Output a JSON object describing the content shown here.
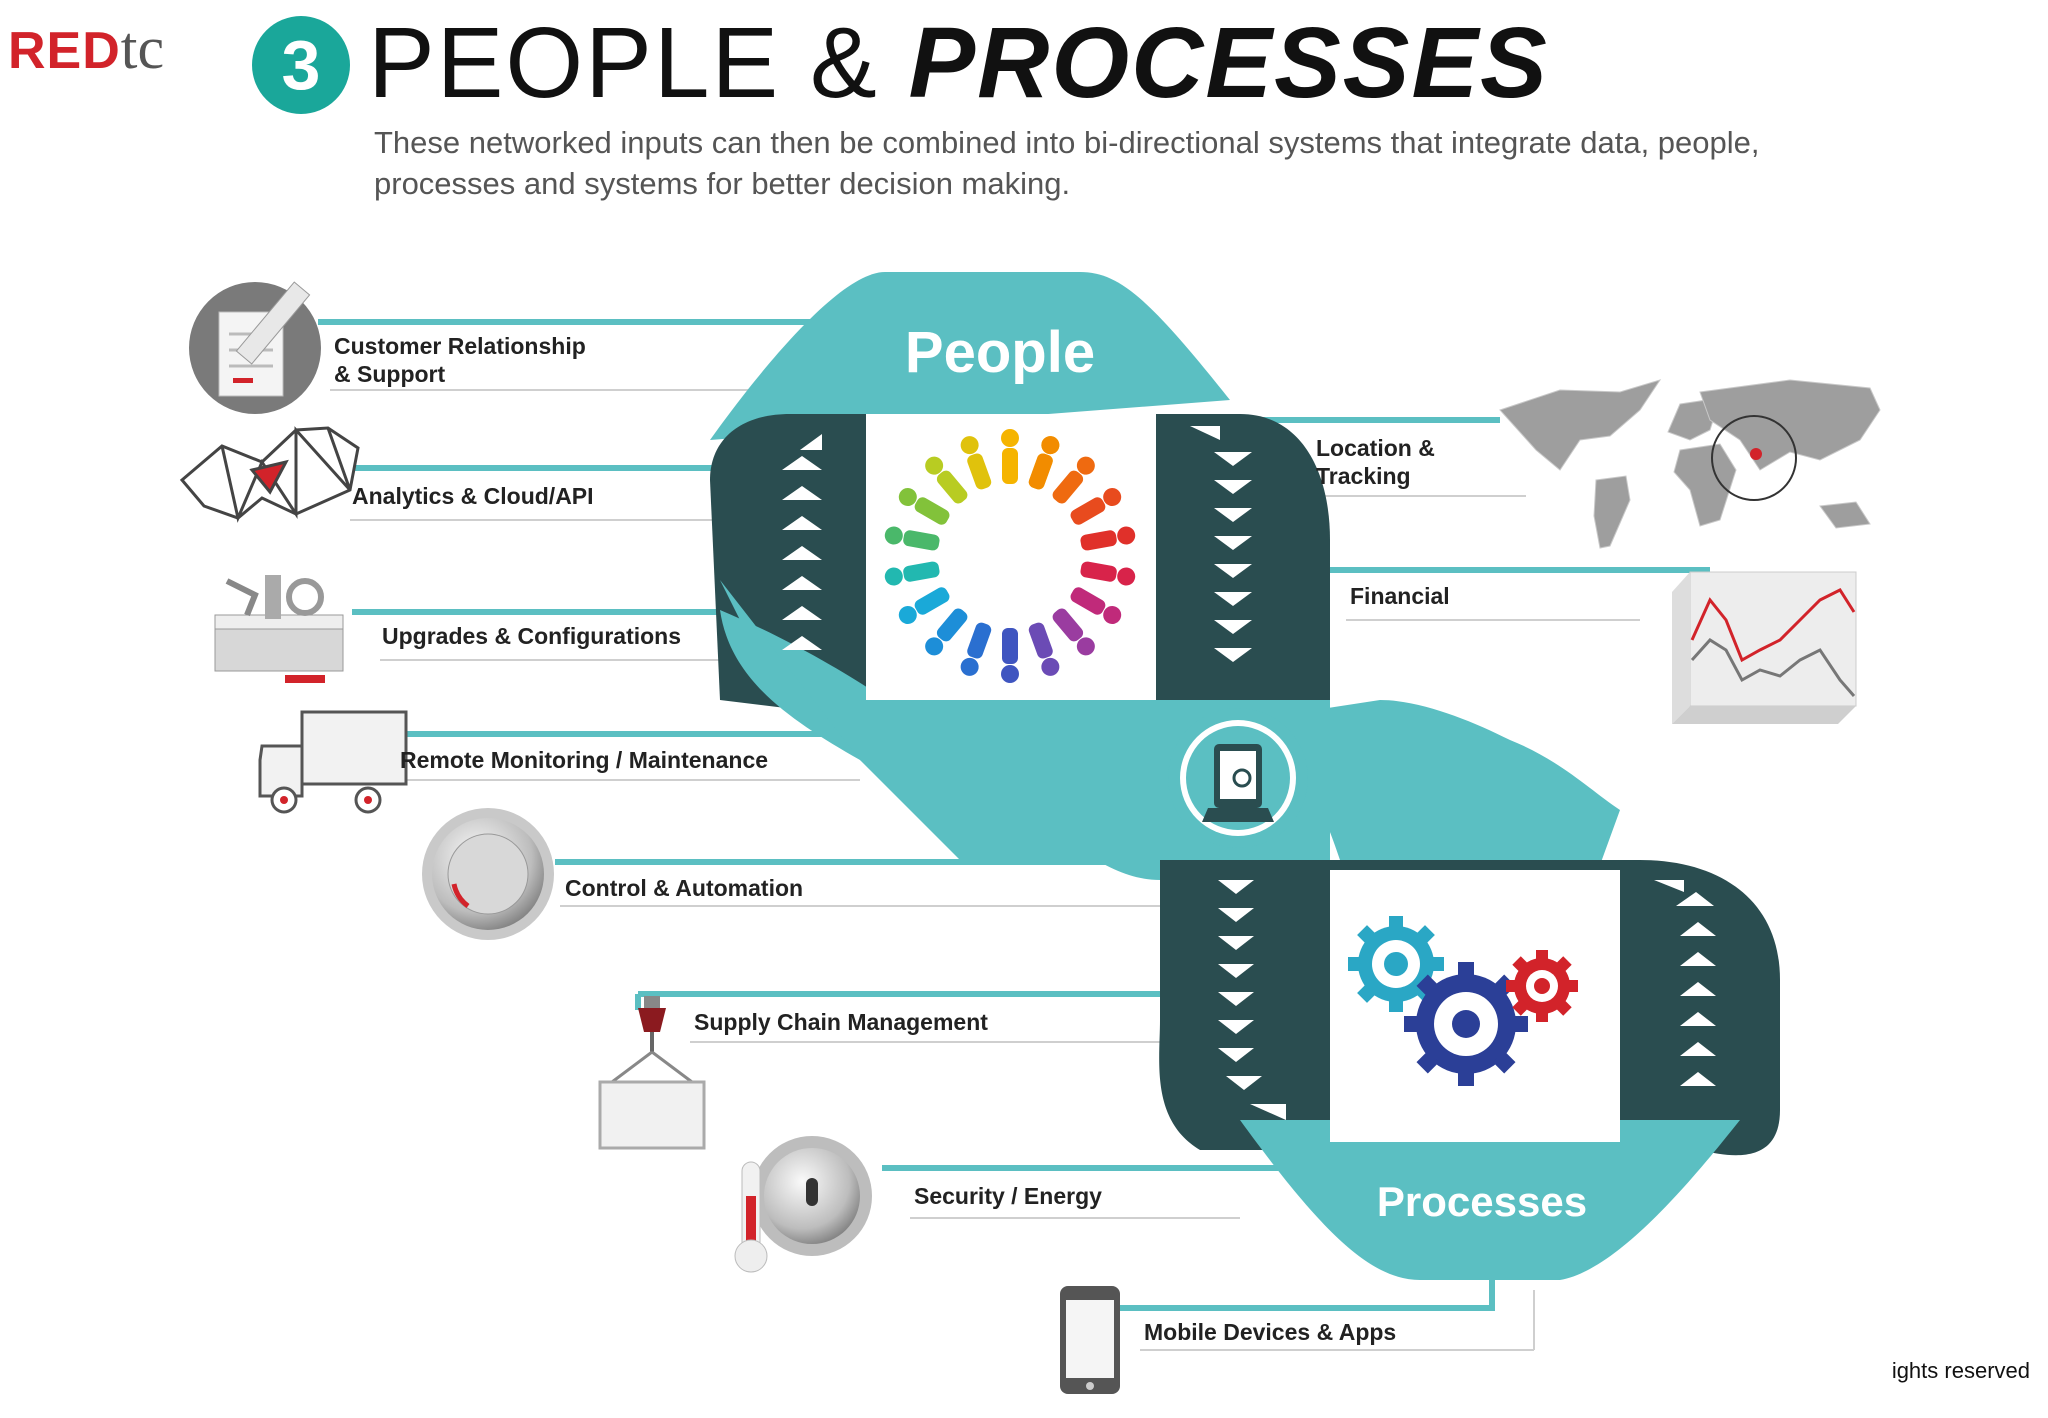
{
  "header": {
    "logo_red": "RED",
    "logo_rest": "tc",
    "step_number": "3",
    "title_plain": "PEOPLE & ",
    "title_italic": "PROCESSES",
    "subtitle": "These networked inputs can then be combined into bi-directional systems that integrate data, people, processes and systems for better decision making."
  },
  "diagram": {
    "people_label": "People",
    "processes_label": "Processes",
    "left_items": [
      {
        "label": "Customer Relationship\n& Support",
        "icon": "clipboard-pencil-icon"
      },
      {
        "label": "Analytics & Cloud/API",
        "icon": "network-mesh-icon"
      },
      {
        "label": "Upgrades & Configurations",
        "icon": "toolbox-icon"
      },
      {
        "label": "Remote Monitoring / Maintenance",
        "icon": "truck-icon"
      },
      {
        "label": "Control & Automation",
        "icon": "dial-knob-icon"
      },
      {
        "label": "Supply Chain Management",
        "icon": "crane-crate-icon"
      },
      {
        "label": "Security / Energy",
        "icon": "lock-thermometer-icon"
      },
      {
        "label": "Mobile Devices & Apps",
        "icon": "smartphone-icon"
      }
    ],
    "right_items": [
      {
        "label": "Location &\nTracking",
        "icon": "world-map-icon"
      },
      {
        "label": "Financial",
        "icon": "financial-chart-icon"
      }
    ],
    "center_icon": "tablet-touch-icon",
    "people_icon": "people-circle-icon",
    "processes_icon": "gears-icon",
    "colors": {
      "teal": "#5bbfc2",
      "dark_teal": "#2a4d50",
      "accent_red": "#d2232a"
    }
  },
  "footer": {
    "text": "ights reserved"
  }
}
